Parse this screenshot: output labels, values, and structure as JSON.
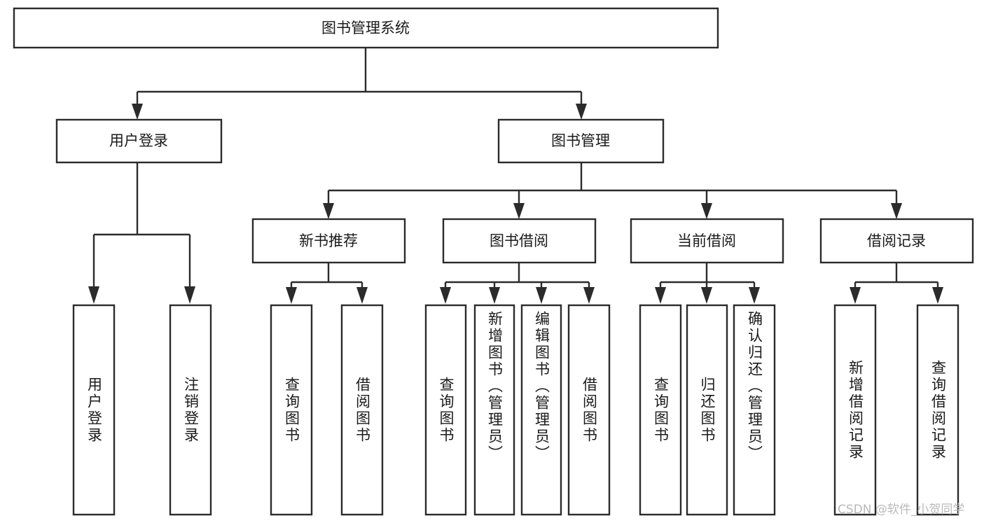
{
  "diagram": {
    "type": "tree",
    "title": "图书管理系统",
    "orientation": "top-down",
    "root": {
      "id": "root",
      "label": "图书管理系统"
    },
    "level2": [
      {
        "id": "user-login",
        "label": "用户登录"
      },
      {
        "id": "book-manage",
        "label": "图书管理"
      }
    ],
    "level3": [
      {
        "id": "new-book-recommend",
        "label": "新书推荐"
      },
      {
        "id": "book-borrow",
        "label": "图书借阅"
      },
      {
        "id": "current-borrow",
        "label": "当前借阅"
      },
      {
        "id": "borrow-record",
        "label": "借阅记录"
      }
    ],
    "leaves": {
      "user_login": [
        {
          "id": "leaf-user-login",
          "label": "用户登录"
        },
        {
          "id": "leaf-logout-login",
          "label": "注销登录"
        }
      ],
      "new_book_recommend": [
        {
          "id": "leaf-query-book-1",
          "label": "查询图书"
        },
        {
          "id": "leaf-borrow-book-1",
          "label": "借阅图书"
        }
      ],
      "book_borrow": [
        {
          "id": "leaf-query-book-2",
          "label": "查询图书"
        },
        {
          "id": "leaf-add-book",
          "label": "新增图书（管理员）"
        },
        {
          "id": "leaf-edit-book",
          "label": "编辑图书（管理员）"
        },
        {
          "id": "leaf-borrow-book-2",
          "label": "借阅图书"
        }
      ],
      "current_borrow": [
        {
          "id": "leaf-query-book-3",
          "label": "查询图书"
        },
        {
          "id": "leaf-return-book",
          "label": "归还图书"
        },
        {
          "id": "leaf-confirm-return",
          "label": "确认归还（管理员）"
        }
      ],
      "borrow_record": [
        {
          "id": "leaf-add-borrow-record",
          "label": "新增借阅记录"
        },
        {
          "id": "leaf-query-borrow-record",
          "label": "查询借阅记录"
        }
      ]
    },
    "colors": {
      "background": "#ffffff",
      "box_fill": "#ffffff",
      "box_stroke": "#2b2b2b",
      "connector": "#2b2b2b",
      "text": "#1a1a1a",
      "watermark": "#b9b9b9"
    }
  },
  "watermark": {
    "label": "CSDN @软件_小贺同学"
  }
}
